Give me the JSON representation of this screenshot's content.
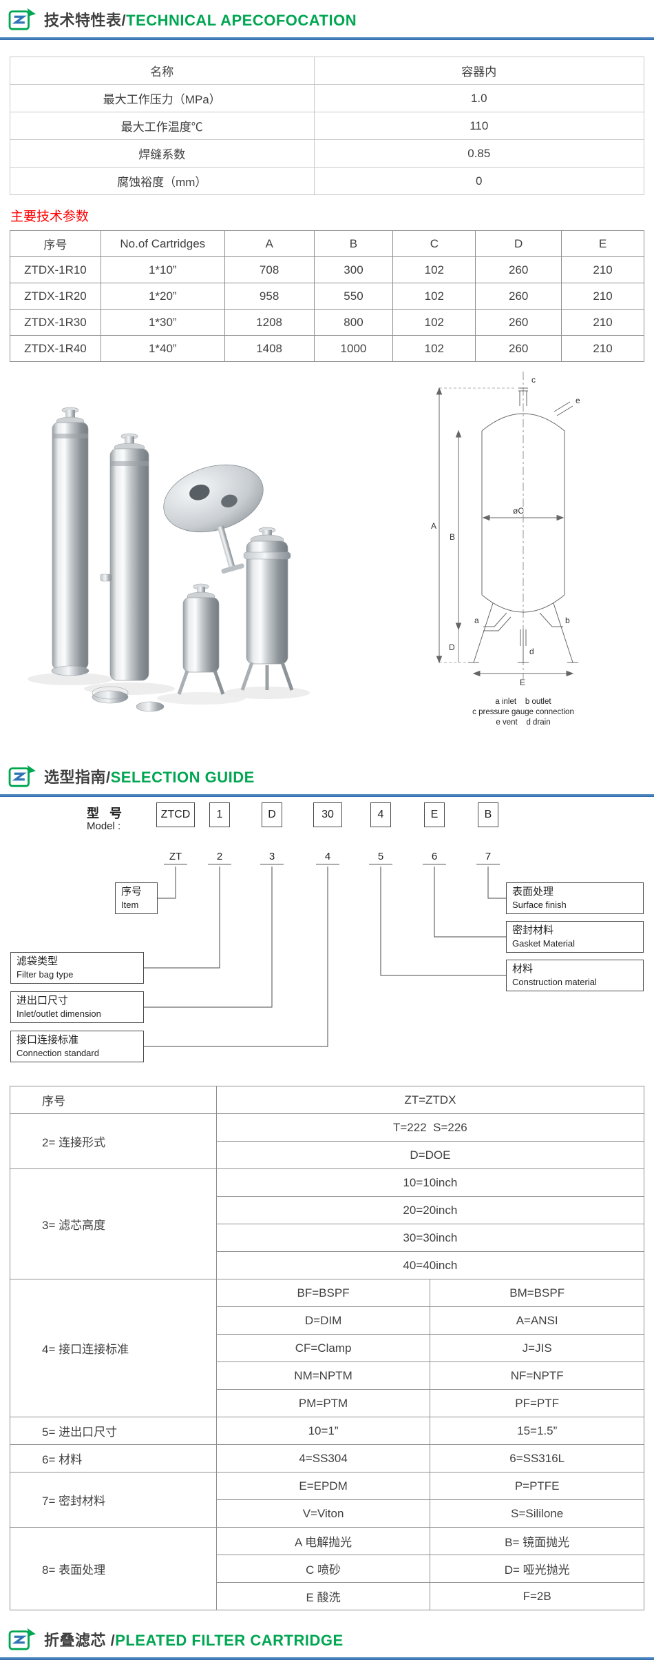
{
  "colors": {
    "green": "#00a651",
    "blue": "#3a79b8",
    "red": "#ff0000"
  },
  "sections": {
    "tech": {
      "zh": "技术特性表/",
      "en": "TECHNICAL APECOFOCATION"
    },
    "selection": {
      "zh": "选型指南/",
      "en": "SELECTION GUIDE"
    },
    "pleated": {
      "zh": "折叠滤芯 /",
      "en": "PLEATED FILTER CARTRIDGE"
    }
  },
  "spec_table": {
    "rows": [
      [
        "名称",
        "容器内"
      ],
      [
        "最大工作压力（MPa）",
        "1.0"
      ],
      [
        "最大工作温度℃",
        "110"
      ],
      [
        "焊缝系数",
        "0.85"
      ],
      [
        "腐蚀裕度（mm）",
        "0"
      ]
    ]
  },
  "params_label": "主要技术参数",
  "params_table": {
    "headers": [
      "序号",
      "No.of Cartridges",
      "A",
      "B",
      "C",
      "D",
      "E"
    ],
    "rows": [
      [
        "ZTDX-1R10",
        "1*10”",
        "708",
        "300",
        "102",
        "260",
        "210"
      ],
      [
        "ZTDX-1R20",
        "1*20”",
        "958",
        "550",
        "102",
        "260",
        "210"
      ],
      [
        "ZTDX-1R30",
        "1*30”",
        "1208",
        "800",
        "102",
        "260",
        "210"
      ],
      [
        "ZTDX-1R40",
        "1*40”",
        "1408",
        "1000",
        "102",
        "260",
        "210"
      ]
    ]
  },
  "drawing": {
    "labels": {
      "a": "a",
      "b": "b",
      "c": "c",
      "d": "d",
      "e": "e",
      "dimA": "A",
      "dimB": "B",
      "dimD": "D",
      "dimE": "E",
      "diameter": "øC"
    },
    "legend": [
      "a inlet    b outlet",
      "c pressure gauge connection",
      "e vent    d drain"
    ]
  },
  "model_diagram": {
    "label_zh": "型 号",
    "label_en": "Model :",
    "code_boxes": [
      "ZTCD",
      "1",
      "D",
      "30",
      "4",
      "E",
      "B"
    ],
    "position_labels": [
      "ZT",
      "2",
      "3",
      "4",
      "5",
      "6",
      "7"
    ],
    "left_boxes": [
      {
        "zh": "序号",
        "en": "Item"
      },
      {
        "zh": "滤袋类型",
        "en": "Filter bag type"
      },
      {
        "zh": "进出口尺寸",
        "en": "Inlet/outlet dimension"
      },
      {
        "zh": "接口连接标准",
        "en": "Connection standard"
      }
    ],
    "right_boxes": [
      {
        "zh": "表面处理",
        "en": "Surface finish"
      },
      {
        "zh": "密封材料",
        "en": "Gasket Material"
      },
      {
        "zh": "材料",
        "en": "Construction material"
      }
    ]
  },
  "selection_table": {
    "rows": [
      {
        "left": "序号",
        "cells": [
          [
            "ZT=ZTDX"
          ]
        ]
      },
      {
        "left": "2= 连接形式",
        "cells": [
          [
            "T=222  S=226"
          ],
          [
            "D=DOE"
          ]
        ]
      },
      {
        "left": "3= 滤芯高度",
        "cells": [
          [
            "10=10inch"
          ],
          [
            "20=20inch"
          ],
          [
            "30=30inch"
          ],
          [
            "40=40inch"
          ]
        ]
      },
      {
        "left": "4= 接口连接标准",
        "cells": [
          [
            "BF=BSPF",
            "BM=BSPF"
          ],
          [
            "D=DIM",
            "A=ANSI"
          ],
          [
            "CF=Clamp",
            "J=JIS"
          ],
          [
            "NM=NPTM",
            "NF=NPTF"
          ],
          [
            "PM=PTM",
            "PF=PTF"
          ]
        ]
      },
      {
        "left": "5= 进出口尺寸",
        "cells": [
          [
            "10=1”",
            "15=1.5”"
          ]
        ]
      },
      {
        "left": "6= 材料",
        "cells": [
          [
            "4=SS304",
            "6=SS316L"
          ]
        ]
      },
      {
        "left": "7= 密封材料",
        "cells": [
          [
            "E=EPDM",
            "P=PTFE"
          ],
          [
            "V=Viton",
            "S=Sililone"
          ]
        ]
      },
      {
        "left": "8= 表面处理",
        "cells": [
          [
            "A 电解抛光",
            "B= 镜面抛光"
          ],
          [
            "C 喷砂",
            "D= 哑光抛光"
          ],
          [
            "E 酸洗",
            "F=2B"
          ]
        ]
      }
    ]
  }
}
